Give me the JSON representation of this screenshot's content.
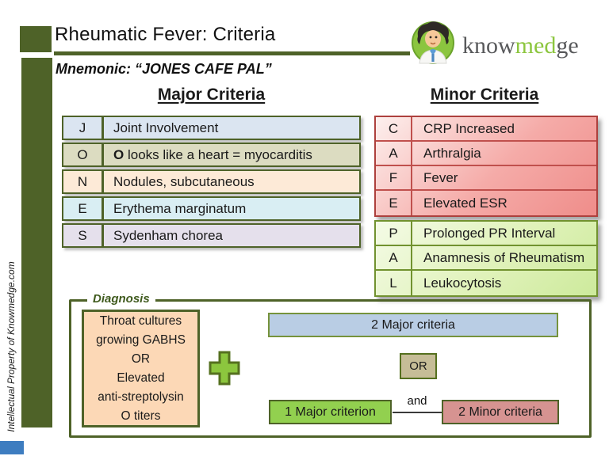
{
  "header": {
    "title": "Rheumatic Fever: Criteria",
    "mnemonic": "Mnemonic: “JONES CAFE PAL”"
  },
  "logo": {
    "brand_know": "know",
    "brand_med": "med",
    "brand_ge": "ge"
  },
  "watermark": "Intellectual Property of Knowmedge.com",
  "major": {
    "heading": "Major Criteria",
    "rows": [
      {
        "letter": "J",
        "text": "Joint Involvement"
      },
      {
        "letter": "O",
        "bold_prefix": "O",
        "text_rest": " looks like a heart = myocarditis"
      },
      {
        "letter": "N",
        "text": "Nodules, subcutaneous"
      },
      {
        "letter": "E",
        "text": "Erythema marginatum"
      },
      {
        "letter": "S",
        "text": "Sydenham chorea"
      }
    ]
  },
  "minor": {
    "heading": "Minor Criteria",
    "cafe_rows": [
      {
        "letter": "C",
        "text": "CRP Increased"
      },
      {
        "letter": "A",
        "text": "Arthralgia"
      },
      {
        "letter": "F",
        "text": "Fever"
      },
      {
        "letter": "E",
        "text": "Elevated ESR"
      }
    ],
    "pal_rows": [
      {
        "letter": "P",
        "text": "Prolonged PR Interval"
      },
      {
        "letter": "A",
        "text": "Anamnesis of Rheumatism"
      },
      {
        "letter": "L",
        "text": "Leukocytosis"
      }
    ]
  },
  "diagnosis": {
    "label": "Diagnosis",
    "throat_lines": [
      "Throat cultures",
      "growing GABHS",
      "OR",
      "Elevated",
      "anti-streptolysin",
      "O titers"
    ],
    "two_major": "2 Major criteria",
    "or_label": "OR",
    "one_major": "1 Major criterion",
    "and_label": "and",
    "two_minor": "2 Minor criteria"
  },
  "colors": {
    "olive_accent": "#4e6228",
    "brand_green": "#8cc63e",
    "brand_gray": "#58595b",
    "major_row_fills": [
      "#dbe5f1",
      "#dcdcc1",
      "#fdead7",
      "#d9eef3",
      "#e5e0ec"
    ],
    "minor_cafe_border": "#ad403d",
    "minor_cafe_gradient": [
      "#fdf0ee",
      "#ef8d8a"
    ],
    "minor_pal_border": "#71922f",
    "minor_pal_gradient": [
      "#f4fbe6",
      "#cdea9c"
    ],
    "throat_fill": "#fcd8b6",
    "two_major_fill": "#b9cde4",
    "or_fill": "#c6bd97",
    "one_major_fill": "#92d04f",
    "two_minor_fill": "#d69391",
    "bottom_bar_blue": "#3e7dc0"
  }
}
